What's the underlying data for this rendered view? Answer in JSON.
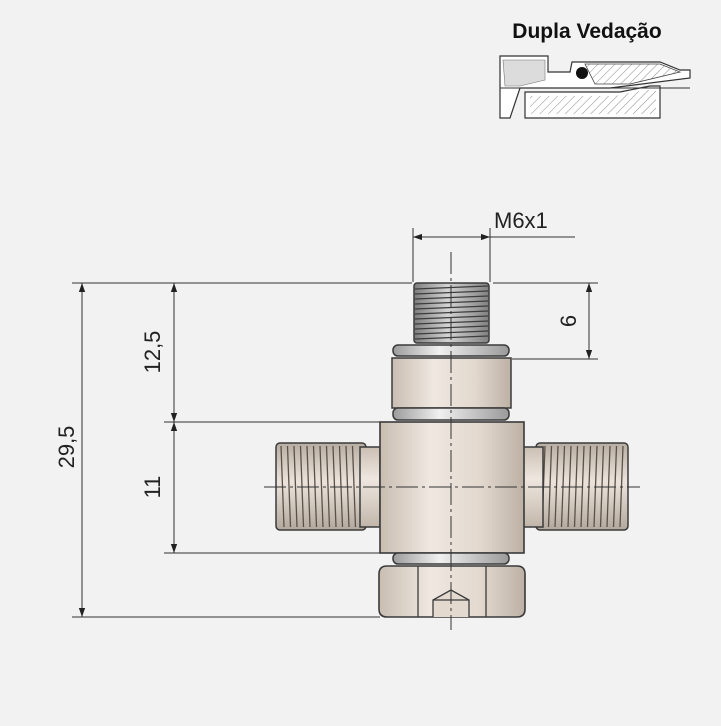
{
  "inset": {
    "title": "Dupla Vedação"
  },
  "dimensions": {
    "thread": "M6x1",
    "thread_length": "6",
    "upper_height": "12,5",
    "body_height": "11",
    "total_height": "29,5"
  },
  "colors": {
    "background": "#f2f2f2",
    "metal_light": "#e6ddd4",
    "metal_mid": "#cfc4b8",
    "metal_dark": "#8f8479",
    "thread_gray": "#9a9a9a",
    "outline": "#3a3a3a",
    "dim_line": "#333333"
  }
}
